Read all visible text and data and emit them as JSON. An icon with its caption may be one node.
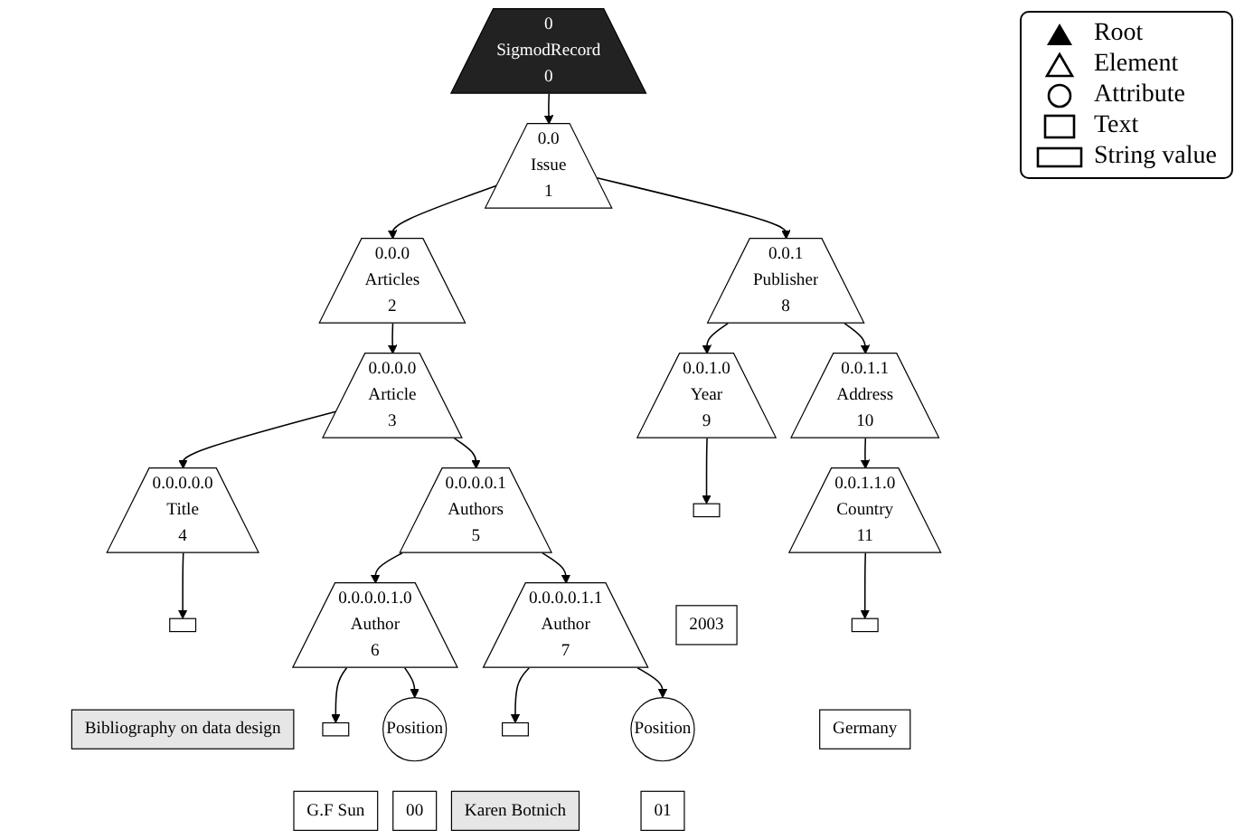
{
  "diagram": {
    "nodes": [
      {
        "text": [
          "0",
          "SigmodRecord",
          "0"
        ]
      },
      {
        "text": [
          "0.0",
          "Issue",
          "1"
        ]
      },
      {
        "text": [
          "0.0.0",
          "Articles",
          "2"
        ]
      },
      {
        "text": [
          "0.0.1",
          "Publisher",
          "8"
        ]
      },
      {
        "text": [
          "0.0.0.0",
          "Article",
          "3"
        ]
      },
      {
        "text": [
          "0.0.1.0",
          "Year",
          "9"
        ]
      },
      {
        "text": [
          "0.0.1.1",
          "Address",
          "10"
        ]
      },
      {
        "text": [
          "0.0.0.0.0",
          "Title",
          "4"
        ]
      },
      {
        "text": [
          "0.0.0.0.1",
          "Authors",
          "5"
        ]
      },
      {
        "text": [],
        "shape": "box"
      },
      {
        "text": [
          "2003"
        ]
      },
      {
        "text": [
          "0.0.1.1.0",
          "Country",
          "11"
        ]
      },
      {
        "text": [],
        "shape": "box"
      },
      {
        "text": [
          "Bibliography on data design"
        ]
      },
      {
        "text": [
          "0.0.0.0.1.0",
          "Author",
          "6"
        ]
      },
      {
        "text": [
          "0.0.0.0.1.1",
          "Author",
          "7"
        ]
      },
      {
        "text": [],
        "shape": "box"
      },
      {
        "text": [
          "Germany"
        ]
      },
      {
        "text": [],
        "shape": "box"
      },
      {
        "text": [
          "Position"
        ]
      },
      {
        "text": [],
        "shape": "box"
      },
      {
        "text": [
          "Position"
        ]
      },
      {
        "text": [
          "G.F Sun"
        ]
      },
      {
        "text": [
          "00"
        ]
      },
      {
        "text": [
          "Karen Botnich"
        ]
      },
      {
        "text": [
          "01"
        ]
      }
    ],
    "edges": [
      {
        "from": 0,
        "to": 1,
        "arrow": "to"
      },
      {
        "from": 1,
        "to": 2,
        "arrow": "to"
      },
      {
        "from": 1,
        "to": 3,
        "arrow": "to"
      },
      {
        "from": 2,
        "to": 4,
        "arrow": "to"
      },
      {
        "from": 3,
        "to": 5,
        "arrow": "to"
      },
      {
        "from": 3,
        "to": 6,
        "arrow": "to"
      },
      {
        "from": 4,
        "to": 7,
        "arrow": "to"
      },
      {
        "from": 4,
        "to": 8,
        "arrow": "to"
      },
      {
        "from": 5,
        "to": 9,
        "arrow": "to"
      },
      {
        "from": 6,
        "to": 11,
        "arrow": "to"
      },
      {
        "from": 7,
        "to": 12,
        "arrow": "to"
      },
      {
        "from": 8,
        "to": 14,
        "arrow": "to"
      },
      {
        "from": 8,
        "to": 15,
        "arrow": "to"
      },
      {
        "from": 11,
        "to": 16,
        "arrow": "to"
      },
      {
        "from": 14,
        "to": 18,
        "arrow": "to"
      },
      {
        "from": 14,
        "to": 19,
        "arrow": "to"
      },
      {
        "from": 15,
        "to": 20,
        "arrow": "to"
      },
      {
        "from": 15,
        "to": 21,
        "arrow": "to"
      }
    ],
    "legend": [
      {
        "text": "Root"
      },
      {
        "text": "Element"
      },
      {
        "text": "Attribute"
      },
      {
        "text": "Text"
      },
      {
        "text": "String value"
      }
    ]
  }
}
